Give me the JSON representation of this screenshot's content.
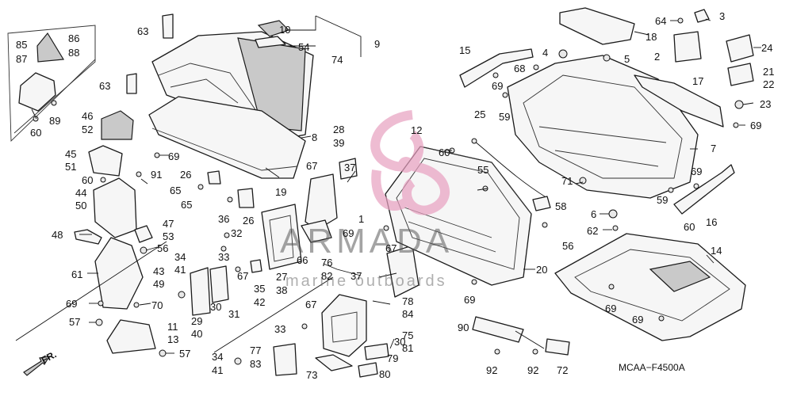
{
  "diagram": {
    "code": "MCAA−F4500A",
    "direction_label": "FR.",
    "watermark": {
      "brand": "ARMADA",
      "tagline": "marine outboards",
      "logo_color": "#e8a0c0"
    },
    "callouts": [
      {
        "id": "c85",
        "text": "85"
      },
      {
        "id": "c86",
        "text": "86"
      },
      {
        "id": "c87",
        "text": "87"
      },
      {
        "id": "c88",
        "text": "88"
      },
      {
        "id": "c89",
        "text": "89"
      },
      {
        "id": "c60a",
        "text": "60"
      },
      {
        "id": "c46",
        "text": "46"
      },
      {
        "id": "c52",
        "text": "52"
      },
      {
        "id": "c45",
        "text": "45"
      },
      {
        "id": "c51",
        "text": "51"
      },
      {
        "id": "c69a",
        "text": "69"
      },
      {
        "id": "c60b",
        "text": "60"
      },
      {
        "id": "c91",
        "text": "91"
      },
      {
        "id": "c44",
        "text": "44"
      },
      {
        "id": "c50",
        "text": "50"
      },
      {
        "id": "c47",
        "text": "47"
      },
      {
        "id": "c53",
        "text": "53"
      },
      {
        "id": "c48",
        "text": "48"
      },
      {
        "id": "c56a",
        "text": "56"
      },
      {
        "id": "c61",
        "text": "61"
      },
      {
        "id": "c43",
        "text": "43"
      },
      {
        "id": "c49",
        "text": "49"
      },
      {
        "id": "c69b",
        "text": "69"
      },
      {
        "id": "c70",
        "text": "70"
      },
      {
        "id": "c57a",
        "text": "57"
      },
      {
        "id": "c11",
        "text": "11"
      },
      {
        "id": "c13",
        "text": "13"
      },
      {
        "id": "c57b",
        "text": "57"
      },
      {
        "id": "c63a",
        "text": "63"
      },
      {
        "id": "c63b",
        "text": "63"
      },
      {
        "id": "c10",
        "text": "10"
      },
      {
        "id": "c54",
        "text": "54"
      },
      {
        "id": "c9",
        "text": "9"
      },
      {
        "id": "c74",
        "text": "74"
      },
      {
        "id": "c8",
        "text": "8"
      },
      {
        "id": "c19",
        "text": "19"
      },
      {
        "id": "c26a",
        "text": "26"
      },
      {
        "id": "c65a",
        "text": "65"
      },
      {
        "id": "c65b",
        "text": "65"
      },
      {
        "id": "c26b",
        "text": "26"
      },
      {
        "id": "c28",
        "text": "28"
      },
      {
        "id": "c39",
        "text": "39"
      },
      {
        "id": "c37a",
        "text": "37"
      },
      {
        "id": "c67a",
        "text": "67"
      },
      {
        "id": "c36",
        "text": "36"
      },
      {
        "id": "c32",
        "text": "32"
      },
      {
        "id": "c33a",
        "text": "33"
      },
      {
        "id": "c34a",
        "text": "34"
      },
      {
        "id": "c41a",
        "text": "41"
      },
      {
        "id": "c67b",
        "text": "67"
      },
      {
        "id": "c35",
        "text": "35"
      },
      {
        "id": "c42",
        "text": "42"
      },
      {
        "id": "c27",
        "text": "27"
      },
      {
        "id": "c38",
        "text": "38"
      },
      {
        "id": "c66",
        "text": "66"
      },
      {
        "id": "c29",
        "text": "29"
      },
      {
        "id": "c40",
        "text": "40"
      },
      {
        "id": "c30a",
        "text": "30"
      },
      {
        "id": "c31",
        "text": "31"
      },
      {
        "id": "c34b",
        "text": "34"
      },
      {
        "id": "c41b",
        "text": "41"
      },
      {
        "id": "c77",
        "text": "77"
      },
      {
        "id": "c83",
        "text": "83"
      },
      {
        "id": "c73",
        "text": "73"
      },
      {
        "id": "c80",
        "text": "80"
      },
      {
        "id": "c67c",
        "text": "67"
      },
      {
        "id": "c33b",
        "text": "33"
      },
      {
        "id": "c76",
        "text": "76"
      },
      {
        "id": "c82",
        "text": "82"
      },
      {
        "id": "c37b",
        "text": "37"
      },
      {
        "id": "c78",
        "text": "78"
      },
      {
        "id": "c84",
        "text": "84"
      },
      {
        "id": "c75",
        "text": "75"
      },
      {
        "id": "c81",
        "text": "81"
      },
      {
        "id": "c30b",
        "text": "30"
      },
      {
        "id": "c79",
        "text": "79"
      },
      {
        "id": "c1",
        "text": "1"
      },
      {
        "id": "c69c",
        "text": "69"
      },
      {
        "id": "c67d",
        "text": "67"
      },
      {
        "id": "c12",
        "text": "12"
      },
      {
        "id": "c60c",
        "text": "60"
      },
      {
        "id": "c25",
        "text": "25"
      },
      {
        "id": "c55",
        "text": "55"
      },
      {
        "id": "c71",
        "text": "71"
      },
      {
        "id": "c58",
        "text": "58"
      },
      {
        "id": "c20",
        "text": "20"
      },
      {
        "id": "c69d",
        "text": "69"
      },
      {
        "id": "c90",
        "text": "90"
      },
      {
        "id": "c92a",
        "text": "92"
      },
      {
        "id": "c92b",
        "text": "92"
      },
      {
        "id": "c72",
        "text": "72"
      },
      {
        "id": "c15",
        "text": "15"
      },
      {
        "id": "c69e",
        "text": "69"
      },
      {
        "id": "c68",
        "text": "68"
      },
      {
        "id": "c4",
        "text": "4"
      },
      {
        "id": "c5",
        "text": "5"
      },
      {
        "id": "c18",
        "text": "18"
      },
      {
        "id": "c64",
        "text": "64"
      },
      {
        "id": "c3",
        "text": "3"
      },
      {
        "id": "c2",
        "text": "2"
      },
      {
        "id": "c24",
        "text": "24"
      },
      {
        "id": "c21",
        "text": "21"
      },
      {
        "id": "c22",
        "text": "22"
      },
      {
        "id": "c23",
        "text": "23"
      },
      {
        "id": "c17",
        "text": "17"
      },
      {
        "id": "c69f",
        "text": "69"
      },
      {
        "id": "c59a",
        "text": "59"
      },
      {
        "id": "c7",
        "text": "7"
      },
      {
        "id": "c69g",
        "text": "69"
      },
      {
        "id": "c59b",
        "text": "59"
      },
      {
        "id": "c16",
        "text": "16"
      },
      {
        "id": "c60d",
        "text": "60"
      },
      {
        "id": "c6",
        "text": "6"
      },
      {
        "id": "c62",
        "text": "62"
      },
      {
        "id": "c56b",
        "text": "56"
      },
      {
        "id": "c14",
        "text": "14"
      },
      {
        "id": "c69h",
        "text": "69"
      },
      {
        "id": "c69i",
        "text": "69"
      }
    ]
  }
}
